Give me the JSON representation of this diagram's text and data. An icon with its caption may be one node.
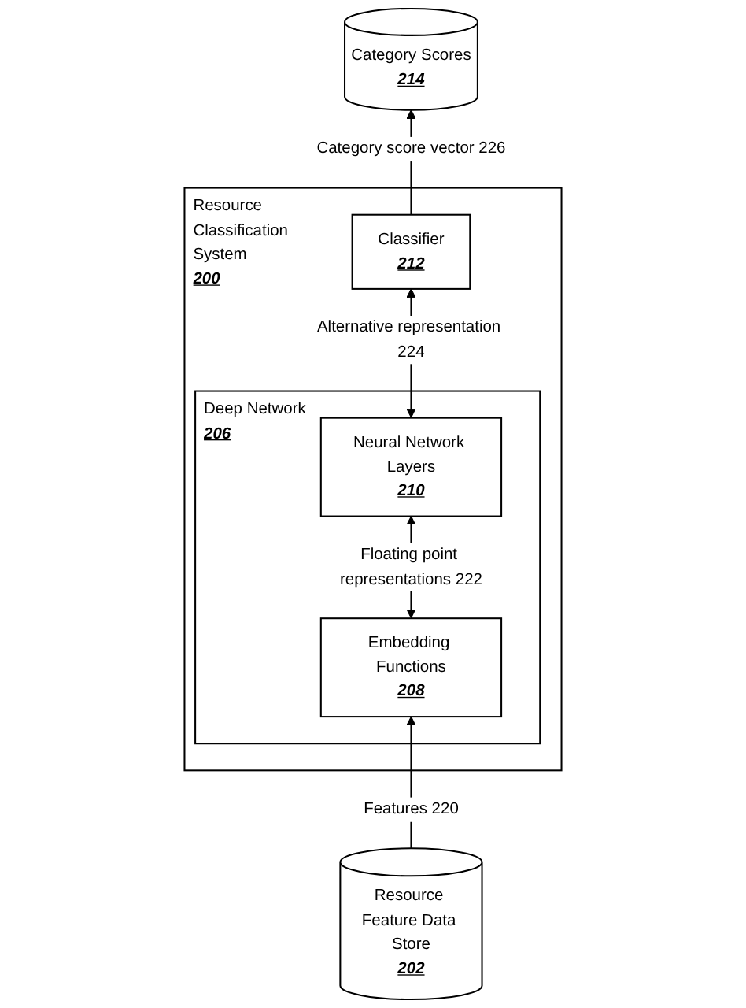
{
  "diagram": {
    "nodes": [
      {
        "text": [
          "Category Scores",
          "214"
        ]
      },
      {
        "text": [
          "Resource Classification System",
          "200"
        ]
      },
      {
        "text": [
          "Classifier",
          "212"
        ],
        "in": 1
      },
      {
        "text": [
          "Deep Network",
          "206"
        ],
        "in": 1
      },
      {
        "text": [
          "Neural Network Layers",
          "210"
        ],
        "in": 3
      },
      {
        "text": [
          "Embedding Functions",
          "208"
        ],
        "in": 3
      },
      {
        "text": [
          "Resource Feature Data Store",
          "202"
        ]
      }
    ],
    "edges": [
      {
        "from": 2,
        "to": 0,
        "arrow": "to",
        "label": "Category score vector 226"
      },
      {
        "from": 4,
        "to": 2,
        "arrow": "both",
        "label": "Alternative representation 224"
      },
      {
        "from": 5,
        "to": 4,
        "arrow": "both",
        "label": "Floating point representations 222"
      },
      {
        "from": 6,
        "to": 5,
        "arrow": "to",
        "label": "Features 220"
      }
    ]
  }
}
